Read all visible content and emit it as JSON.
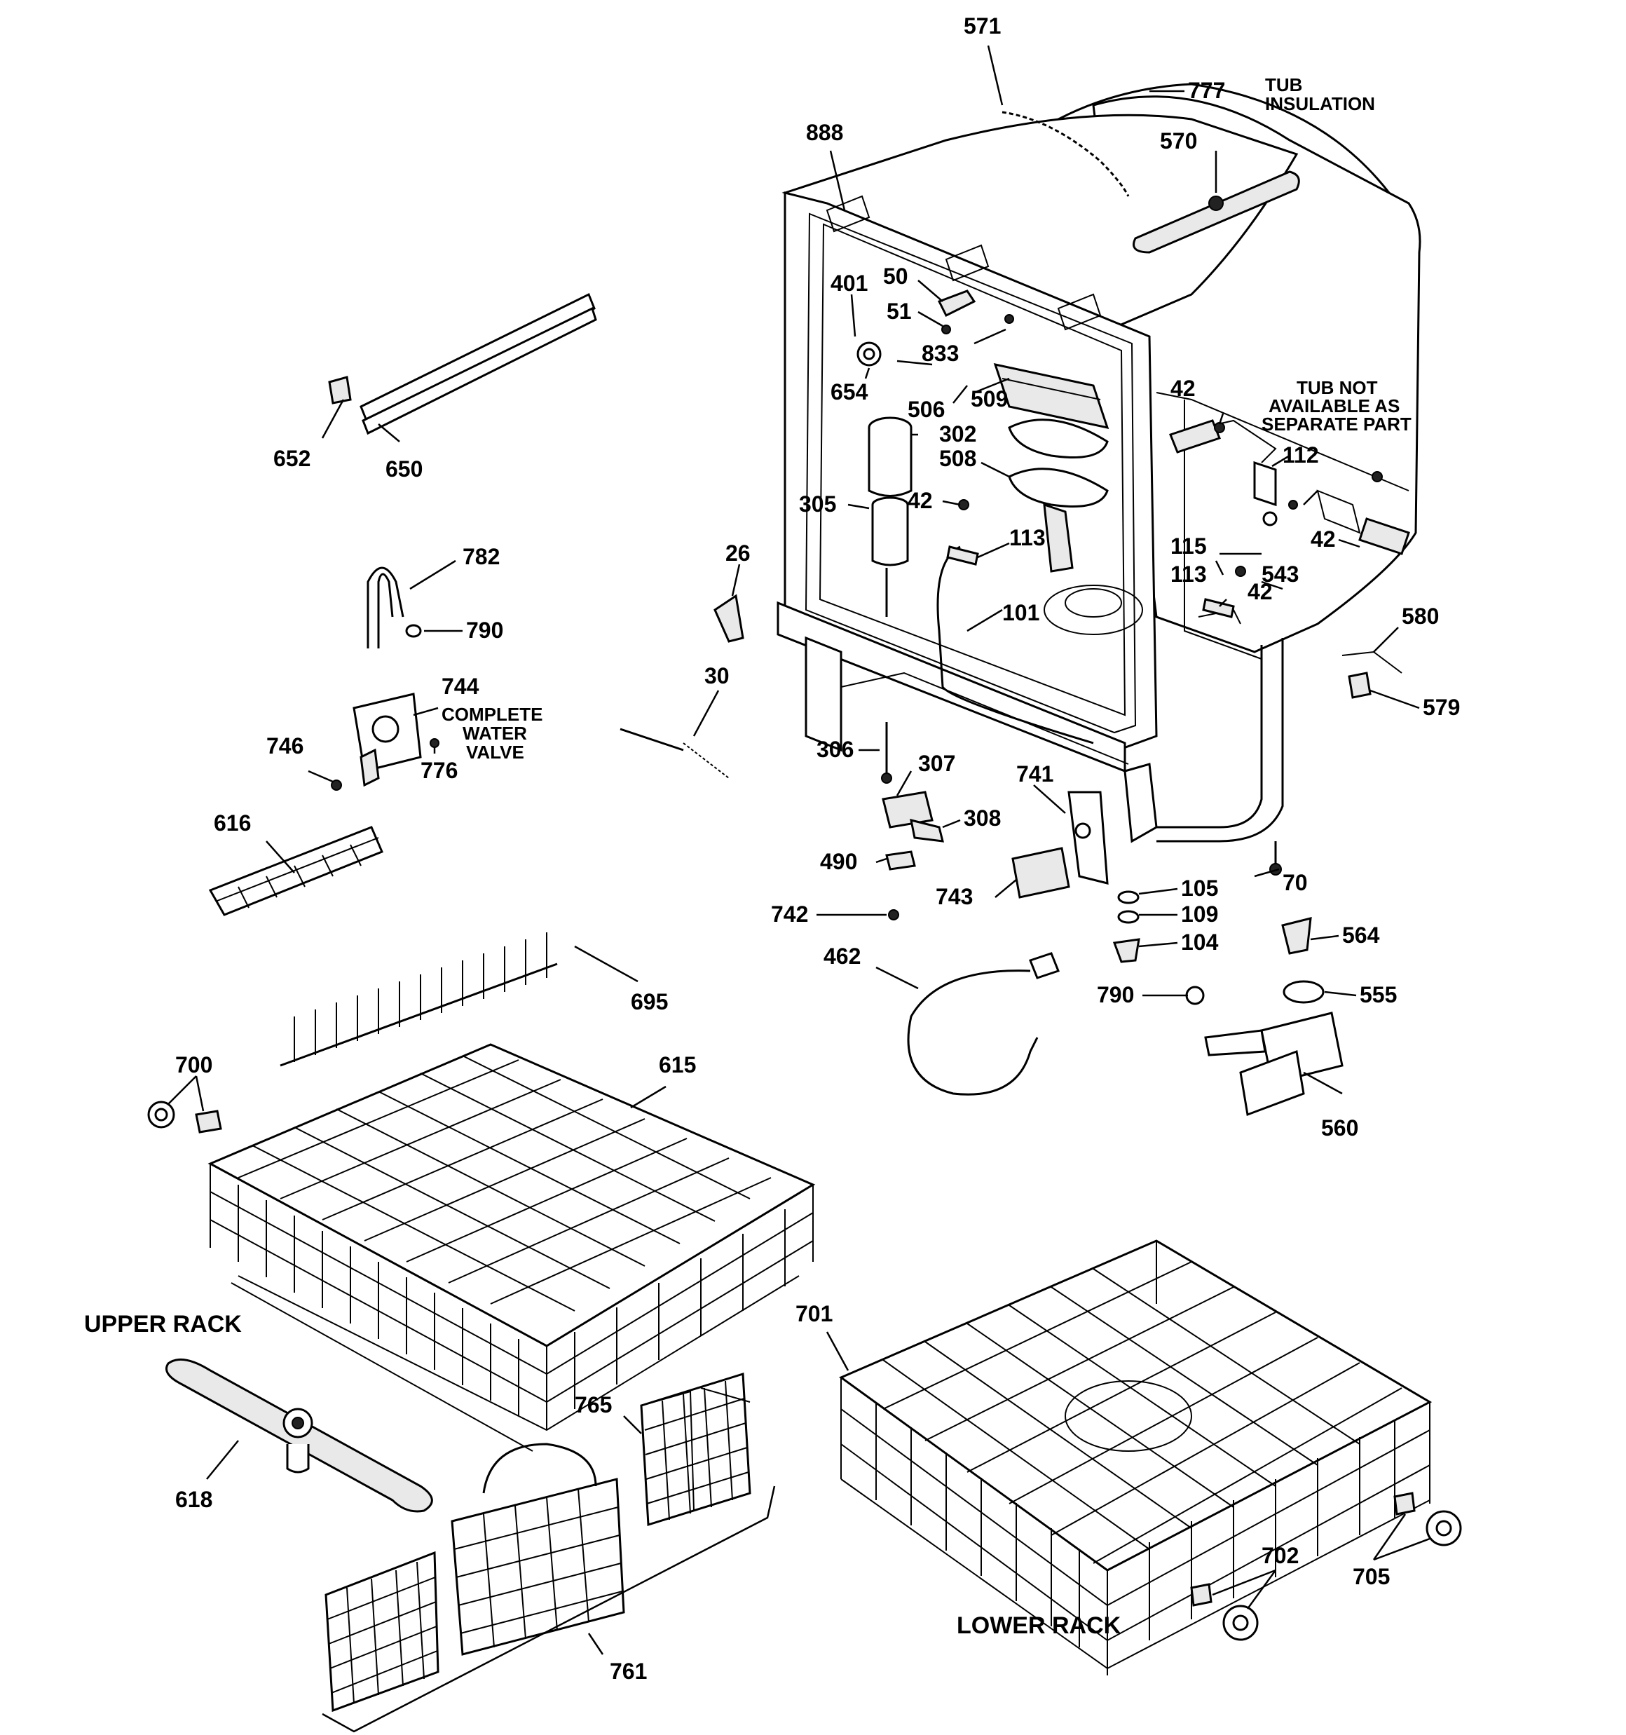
{
  "diagram": {
    "labels": {
      "p571": "571",
      "p777": "777",
      "p888": "888",
      "p570": "570",
      "p401": "401",
      "p50": "50",
      "p51": "51",
      "p833": "833",
      "p654": "654",
      "p509": "509",
      "p506": "506",
      "p302": "302",
      "p508": "508",
      "p42a": "42",
      "p42b": "42",
      "p42c": "42",
      "p42d": "42",
      "p305": "305",
      "p113a": "113",
      "p113b": "113",
      "p112": "112",
      "p115": "115",
      "p543": "543",
      "p101": "101",
      "p652": "652",
      "p650": "650",
      "p782": "782",
      "p790a": "790",
      "p744": "744",
      "p746": "746",
      "p776": "776",
      "p26": "26",
      "p30": "30",
      "p306": "306",
      "p307": "307",
      "p308": "308",
      "p741": "741",
      "p490": "490",
      "p743": "743",
      "p742": "742",
      "p105": "105",
      "p109": "109",
      "p104": "104",
      "p70": "70",
      "p580": "580",
      "p579": "579",
      "p564": "564",
      "p555": "555",
      "p790b": "790",
      "p560": "560",
      "p462": "462",
      "p616": "616",
      "p695": "695",
      "p700": "700",
      "p615": "615",
      "p701": "701",
      "p618": "618",
      "p765": "765",
      "p761": "761",
      "p702": "702",
      "p705": "705"
    },
    "notes": {
      "tub_insulation_1": "TUB",
      "tub_insulation_2": "INSULATION",
      "tub_not_1": "TUB NOT",
      "tub_not_2": "AVAILABLE AS",
      "tub_not_3": "SEPARATE PART",
      "water_valve_1": "COMPLETE",
      "water_valve_2": "WATER",
      "water_valve_3": "VALVE"
    },
    "captions": {
      "upper_rack": "UPPER RACK",
      "lower_rack": "LOWER RACK"
    }
  }
}
